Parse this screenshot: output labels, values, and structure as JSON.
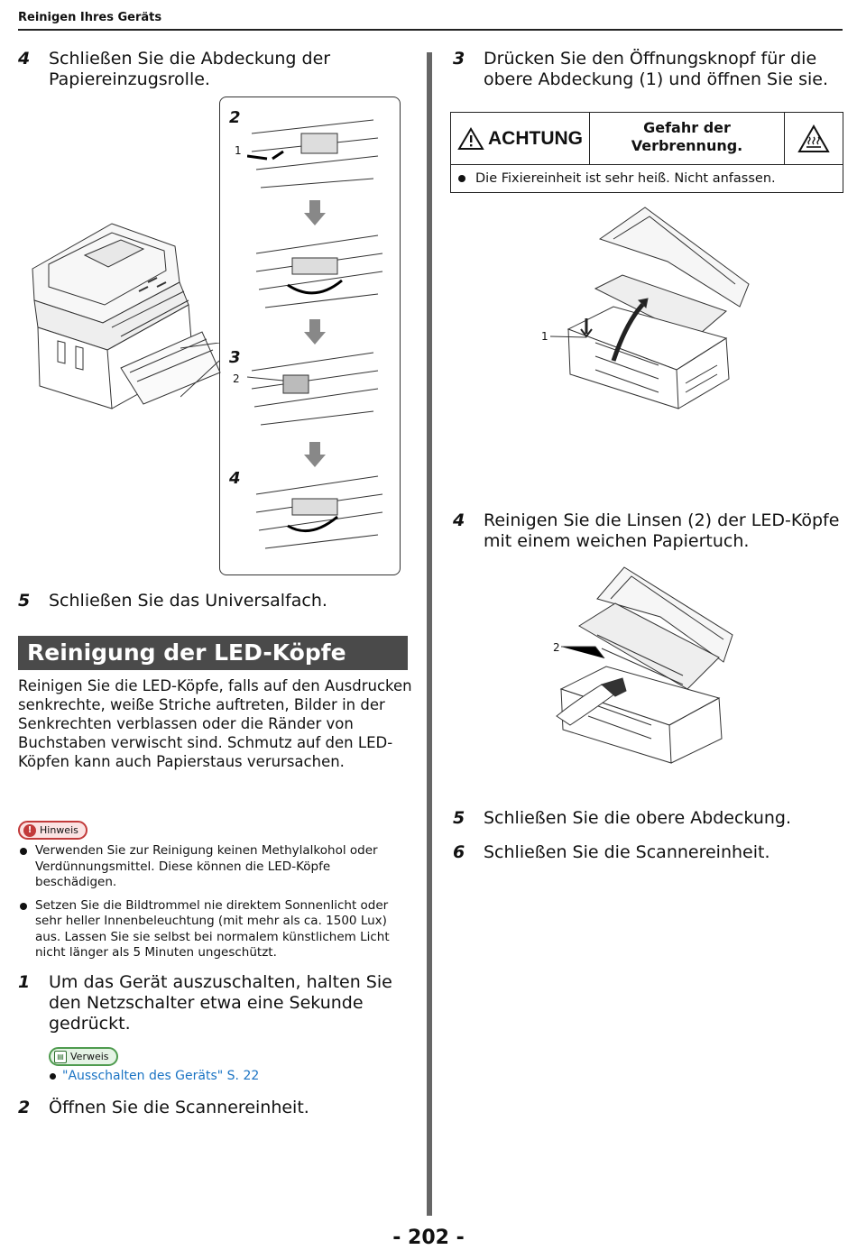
{
  "header": {
    "title": "Reinigen Ihres Geräts"
  },
  "left_column": {
    "step4": {
      "number": "4",
      "text": "Schließen Sie die Abdeckung der Papiereinzugsrolle."
    },
    "figure_panel": {
      "step2": "2",
      "step3": "3",
      "step4": "4",
      "callout1": "1",
      "callout2": "2"
    },
    "step5": {
      "number": "5",
      "text": "Schließen Sie das Universalfach."
    },
    "section_title": "Reinigung der LED-Köpfe",
    "intro": "Reinigen Sie die LED-Köpfe, falls auf den Ausdrucken senkrechte, weiße Striche auftreten, Bilder in der Senkrechten verblassen oder die Ränder von Buchstaben verwischt sind. Schmutz auf den LED-Köpfen kann auch Papierstaus verursachen.",
    "note": {
      "label": "Hinweis",
      "icon": "!",
      "items": [
        "Verwenden Sie zur Reinigung keinen Methylalkohol oder Verdünnungsmittel. Diese können die LED-Köpfe beschädigen.",
        "Setzen Sie die Bildtrommel nie direktem Sonnenlicht oder sehr heller Innenbeleuchtung (mit mehr als ca. 1500 Lux) aus. Lassen Sie sie selbst bei normalem künstlichem Licht nicht länger als 5 Minuten ungeschützt."
      ]
    },
    "step1": {
      "number": "1",
      "text": "Um das Gerät auszuschalten, halten Sie den Netzschalter etwa eine Sekunde gedrückt."
    },
    "reference": {
      "label": "Verweis",
      "link": "\"Ausschalten des Geräts\" S. 22"
    },
    "step2": {
      "number": "2",
      "text": "Öffnen Sie die Scannereinheit."
    }
  },
  "right_column": {
    "step3": {
      "number": "3",
      "text": "Drücken Sie den Öffnungsknopf für die obere Abdeckung (1) und öffnen Sie sie."
    },
    "warning": {
      "label": "ACHTUNG",
      "title": "Gefahr der Verbrennung.",
      "text": "Die Fixiereinheit ist sehr heiß. Nicht anfassen."
    },
    "figure1_callout": "1",
    "step4": {
      "number": "4",
      "text": "Reinigen Sie die Linsen (2) der LED-Köpfe mit einem weichen Papiertuch."
    },
    "figure2_callout": "2",
    "step5": {
      "number": "5",
      "text": "Schließen Sie die obere Abdeckung."
    },
    "step6": {
      "number": "6",
      "text": "Schließen Sie die Scannereinheit."
    }
  },
  "page_number": "- 202 -"
}
